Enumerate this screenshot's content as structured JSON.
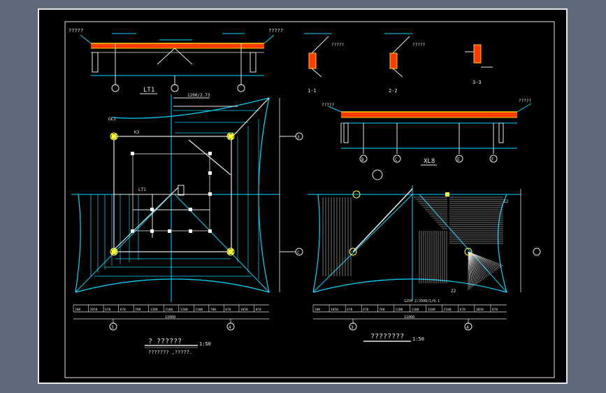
{
  "drawing": {
    "main_title": "? ??????",
    "scale": "1:50",
    "sub_title": "??????? ,?????.",
    "right_title": "????????",
    "right_scale": "1:50",
    "corner_label_tl": "?????",
    "corner_label_tr": "?????",
    "corner_label_xlb": "?????",
    "corner_label_xlb_r": "?????"
  },
  "beams": {
    "lt1": "LT1",
    "xl8": "XL8",
    "sec11": "1-1",
    "sec22": "2-2",
    "sec33": "3-3",
    "sec_note_a": "?????",
    "sec_note_b": "?????"
  },
  "grid": {
    "c3": "3",
    "c4": "4",
    "cB": "B",
    "cC": "C",
    "cE": "E",
    "cF": "F",
    "r3": "3",
    "rC": "C",
    "dims_left": [
      "200",
      "1050",
      "670",
      "670",
      "780",
      "1200",
      "2100",
      "1200",
      "2100",
      "780",
      "670",
      "1050",
      "870"
    ],
    "dims_right": [
      "200",
      "1050",
      "670",
      "670",
      "780",
      "1200",
      "1100",
      "1100",
      "2100",
      "670",
      "1050",
      "870"
    ],
    "total": "11060"
  },
  "labels": {
    "k3": "K3",
    "gl1": "GL1",
    "lt1_mark": "LT1",
    "note_left": "1200/2.73",
    "zj": "ZJ",
    "z2": "Z2",
    "bottom_note_r": "1250 2/2500/1/0.1"
  }
}
